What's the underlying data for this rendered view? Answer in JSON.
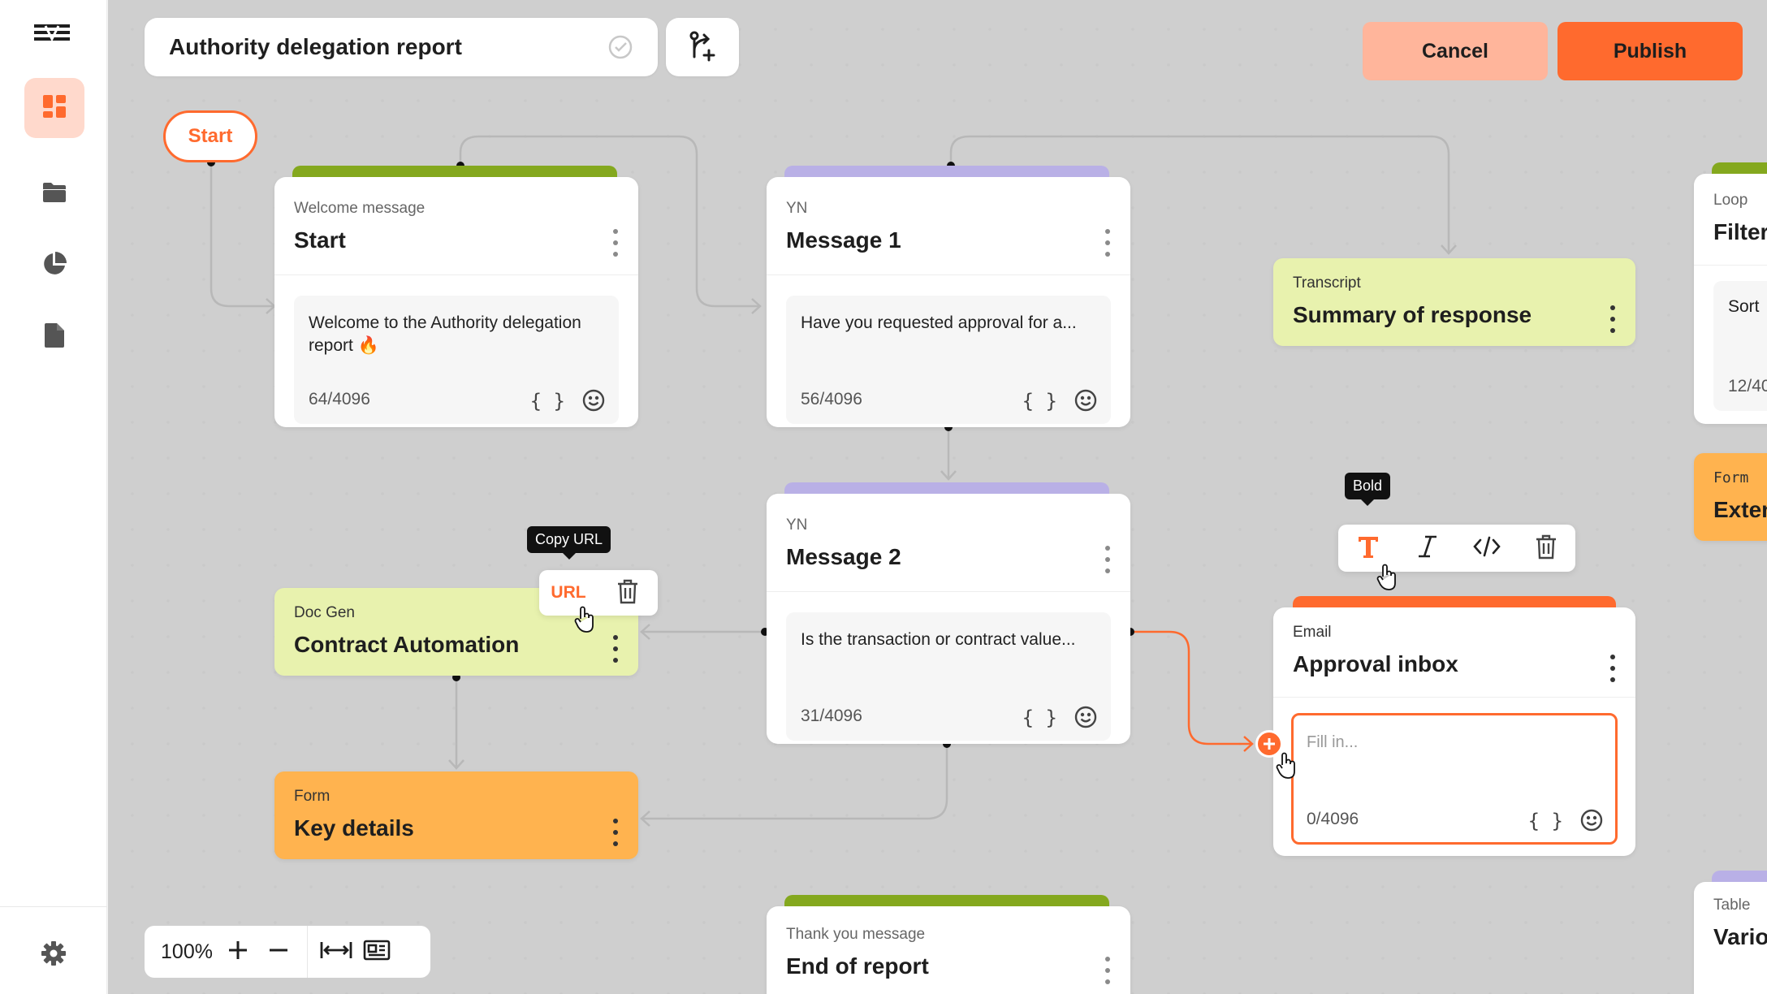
{
  "app": {
    "title": "Authority delegation report"
  },
  "header": {
    "cancel_label": "Cancel",
    "publish_label": "Publish"
  },
  "sidebar": {
    "items": [
      {
        "icon": "dashboard-icon",
        "active": true
      },
      {
        "icon": "folder-icon",
        "active": false
      },
      {
        "icon": "pie-chart-icon",
        "active": false
      },
      {
        "icon": "document-icon",
        "active": false
      }
    ],
    "bottom_icon": "gear-icon"
  },
  "canvas": {
    "start_label": "Start",
    "nodes": {
      "welcome": {
        "type": "Welcome message",
        "name": "Start",
        "text": "Welcome to the Authority delegation report 🔥",
        "count": "64/4096"
      },
      "message1": {
        "type": "YN",
        "name": "Message 1",
        "text": "Have you requested approval for a...",
        "count": "56/4096"
      },
      "message2": {
        "type": "YN",
        "name": "Message 2",
        "text": "Is the transaction or contract value...",
        "count": "31/4096"
      },
      "summary": {
        "type": "Transcript",
        "name": "Summary of response"
      },
      "docgen": {
        "type": "Doc Gen",
        "name": "Contract Automation"
      },
      "keydetails": {
        "type": "Form",
        "name": "Key details"
      },
      "email": {
        "type": "Email",
        "name": "Approval inbox",
        "placeholder": "Fill in...",
        "count": "0/4096"
      },
      "end": {
        "type": "Thank you message",
        "name": "End of report"
      },
      "loop": {
        "type": "Loop",
        "name": "Filter",
        "text": "Sort",
        "count": "12/40"
      },
      "form2": {
        "type": "Form",
        "name": "Exten"
      },
      "table": {
        "type": "Table",
        "name": "Vario"
      }
    },
    "url_toolbar": {
      "url_label": "URL",
      "tooltip": "Copy URL"
    },
    "format_toolbar": {
      "tooltip": "Bold"
    },
    "braces": "{ }"
  },
  "zoom": {
    "value": "100%"
  },
  "colors": {
    "accent": "#ff6a2e",
    "cancel": "#ffb59b",
    "green_bar": "#84a81e",
    "purple_bar": "#b9b0e6",
    "lime_card": "#e8f2ae",
    "orange_card": "#ffb34f"
  }
}
